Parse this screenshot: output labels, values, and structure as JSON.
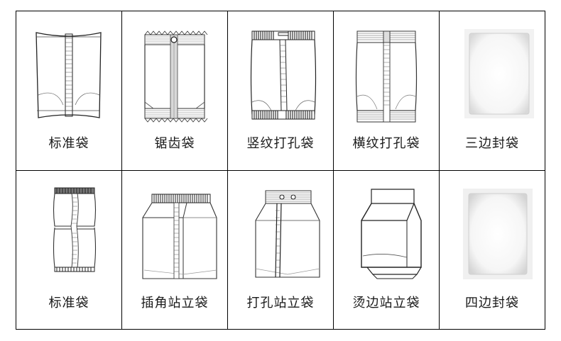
{
  "cells": [
    {
      "icon": "standard-pouch",
      "label": "标准袋"
    },
    {
      "icon": "serrated-pouch",
      "label": "锯齿袋"
    },
    {
      "icon": "vertical-stripe-hanghole-pouch",
      "label": "竖纹打孔袋"
    },
    {
      "icon": "horizontal-stripe-hanghole-pouch",
      "label": "横纹打孔袋"
    },
    {
      "icon": "three-side-seal-pouch",
      "label": "三边封袋"
    },
    {
      "icon": "standard-pouch-variant",
      "label": "标准袋"
    },
    {
      "icon": "gusset-standup-pouch",
      "label": "插角站立袋"
    },
    {
      "icon": "hanghole-standup-pouch",
      "label": "打孔站立袋"
    },
    {
      "icon": "heat-seal-edge-standup-pouch",
      "label": "烫边站立袋"
    },
    {
      "icon": "four-side-seal-pouch",
      "label": "四边封袋"
    }
  ]
}
